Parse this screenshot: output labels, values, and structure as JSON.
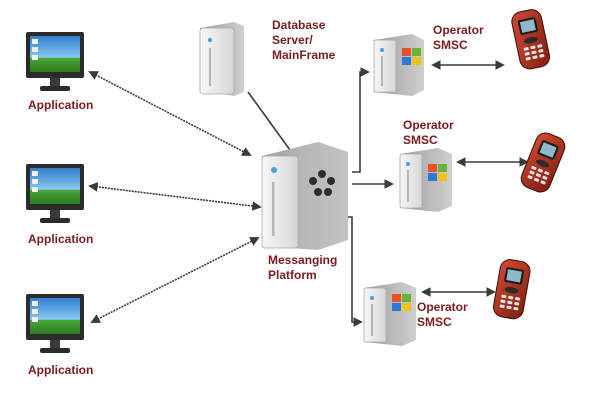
{
  "colors": {
    "label": "#7a1c1c",
    "connector": "#3a3a3a",
    "server_body": "#d8d8d8",
    "screen_sky": "#4fa3e0",
    "screen_grass": "#3a9b2a",
    "phone_body": "#b23a2a"
  },
  "icons": {
    "computer": "computer-monitor-icon",
    "server": "server-tower-icon",
    "windows_logo": "windows-logo-icon",
    "mobile_phone": "mobile-phone-icon",
    "firewire_logo": "firewire-logo-icon"
  },
  "labels": {
    "application_1": "Application",
    "application_2": "Application",
    "application_3": "Application",
    "database_server": "Database\nServer/\nMainFrame",
    "messaging_platform": "Messanging\nPlatform",
    "operator_smsc_1": "Operator\nSMSC",
    "operator_smsc_2": "Operator\nSMSC",
    "operator_smsc_3": "Operator\nSMSC"
  }
}
